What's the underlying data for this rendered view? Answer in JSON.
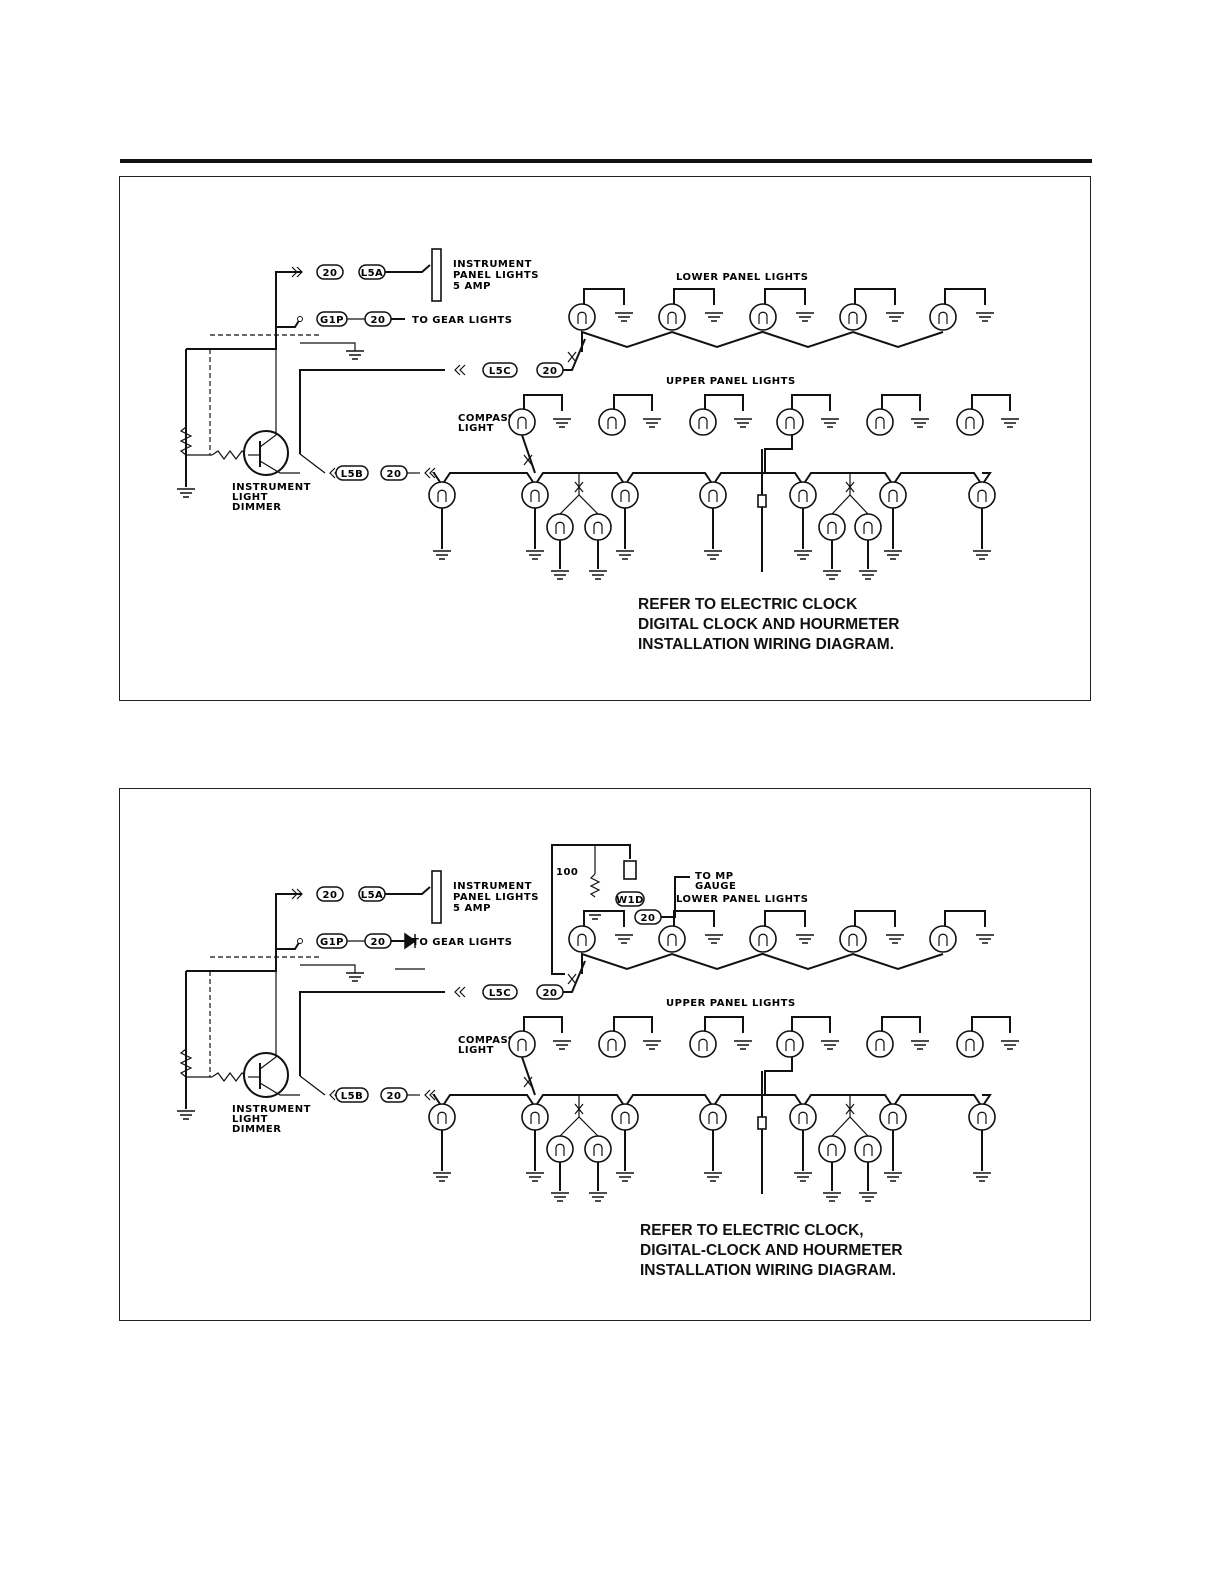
{
  "diagrams": [
    {
      "panel_lights": "INSTRUMENT\nPANEL LIGHTS\n5 AMP",
      "to_gear_lights": "TO GEAR LIGHTS",
      "lower_panel_lights": "LOWER PANEL LIGHTS",
      "upper_panel_lights": "UPPER PANEL LIGHTS",
      "compass_light": "COMPASS\nLIGHT",
      "dimmer": "INSTRUMENT\nLIGHT\nDIMMER",
      "wire_20": "20",
      "wire_l5a": "L5A",
      "wire_l5b": "L5B",
      "wire_l5c": "L5C",
      "wire_g1p": "G1P",
      "note": "REFER TO ELECTRIC CLOCK\nDIGITAL CLOCK AND HOURMETER\nINSTALLATION WIRING DIAGRAM."
    },
    {
      "panel_lights": "INSTRUMENT\nPANEL LIGHTS\n5 AMP",
      "to_gear_lights": "TO GEAR LIGHTS",
      "lower_panel_lights": "LOWER PANEL LIGHTS",
      "upper_panel_lights": "UPPER PANEL LIGHTS",
      "compass_light": "COMPASS\nLIGHT",
      "dimmer": "INSTRUMENT\nLIGHT\nDIMMER",
      "wire_20": "20",
      "wire_l5a": "L5A",
      "wire_l5b": "L5B",
      "wire_l5c": "L5C",
      "wire_g1p": "G1P",
      "wire_w1d": "W1D",
      "resistor_100": "100",
      "to_mp_gauge": "TO MP\nGAUGE",
      "note": "REFER TO ELECTRIC CLOCK,\nDIGITAL-CLOCK AND HOURMETER\nINSTALLATION WIRING DIAGRAM."
    }
  ]
}
